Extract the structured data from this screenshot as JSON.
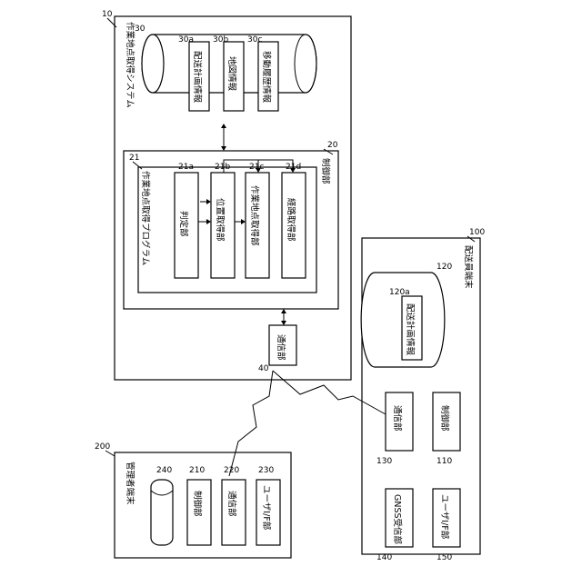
{
  "system": {
    "ref": "10",
    "title": "作業地点取得システム",
    "database": {
      "ref": "30",
      "items": [
        {
          "ref": "30a",
          "label": "配送計画情報"
        },
        {
          "ref": "30b",
          "label": "地図情報"
        },
        {
          "ref": "30c",
          "label": "移動履歴情報"
        }
      ]
    },
    "control": {
      "ref": "20",
      "label": "制御部",
      "program": {
        "ref": "21",
        "label": "作業地点取得プログラム",
        "units": [
          {
            "ref": "21a",
            "label": "判定部"
          },
          {
            "ref": "21b",
            "label": "位置取得部"
          },
          {
            "ref": "21c",
            "label": "作業地点取得部"
          },
          {
            "ref": "21d",
            "label": "経路取得部"
          }
        ]
      }
    },
    "comm": {
      "ref": "40",
      "label": "通信部"
    }
  },
  "delivery": {
    "ref": "100",
    "title": "配送員端末",
    "storage": {
      "ref": "120",
      "item": {
        "ref": "120a",
        "label": "配送計画情報"
      }
    },
    "comm": {
      "ref": "130",
      "label": "通信部"
    },
    "control": {
      "ref": "110",
      "label": "制御部"
    },
    "gnss": {
      "ref": "140",
      "label": "GNSS受信部"
    },
    "ui": {
      "ref": "150",
      "label": "ユーザI/F部"
    }
  },
  "admin": {
    "ref": "200",
    "title": "管理者端末",
    "storage": {
      "ref": "240"
    },
    "control": {
      "ref": "210",
      "label": "制御部"
    },
    "comm": {
      "ref": "220",
      "label": "通信部"
    },
    "ui": {
      "ref": "230",
      "label": "ユーザI/F部"
    }
  }
}
